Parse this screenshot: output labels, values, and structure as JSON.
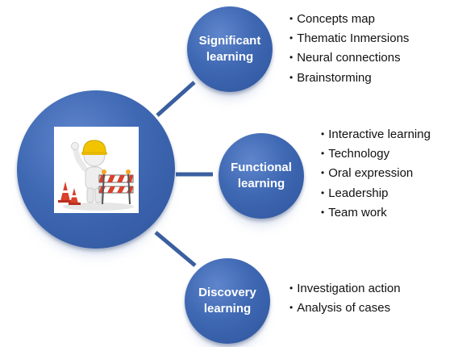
{
  "nodes": {
    "significant": {
      "label_line1": "Significant",
      "label_line2": "learning",
      "items": [
        "Concepts map",
        "Thematic Inmersions",
        "Neural connections",
        "Brainstorming"
      ]
    },
    "functional": {
      "label_line1": "Functional",
      "label_line2": "learning",
      "items": [
        "Interactive learning",
        "Technology",
        "Oral expression",
        "Leadership",
        "Team work"
      ]
    },
    "discovery": {
      "label_line1": "Discovery",
      "label_line2": "learning",
      "items": [
        "Investigation action",
        "Analysis of cases"
      ]
    }
  },
  "colors": {
    "circle_fill": "#3f68b3",
    "connector": "#3a5f9f",
    "text_on_circle": "#ffffff",
    "bullet_text": "#111111"
  },
  "central_image": "construction-worker-figure-icon"
}
